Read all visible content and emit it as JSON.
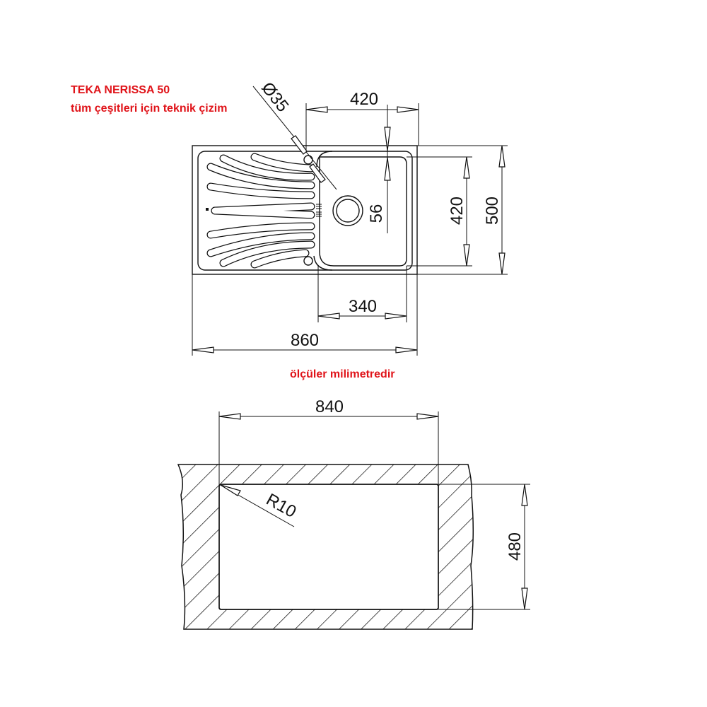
{
  "title": {
    "product": "TEKA NERISSA 50",
    "subtitle": "tüm çeşitleri için teknik çizim"
  },
  "note": "ölçüler milimetredir",
  "top_view": {
    "dimensions": {
      "bowl_width": "420",
      "tap_hole": "Ø35",
      "drain_offset": "56",
      "bowl_depth": "420",
      "overall_depth": "500",
      "bowl_inner_width": "340",
      "overall_width": "860"
    }
  },
  "cutout_view": {
    "dimensions": {
      "cutout_width": "840",
      "cutout_depth": "480",
      "corner_radius": "R10"
    }
  },
  "colors": {
    "annotation": "#e0141a",
    "line": "#111111"
  }
}
